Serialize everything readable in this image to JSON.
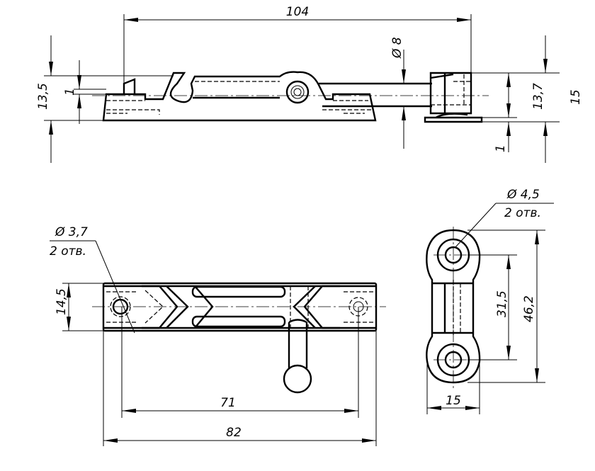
{
  "drawing": {
    "top_view": {
      "length": "104",
      "rod_diameter": "Ø 8",
      "base_height": "13,5",
      "base_offset": "1",
      "keeper_height": "13,7",
      "keeper_total": "15",
      "keeper_offset": "1"
    },
    "front_view": {
      "hole_diameter": "Ø 3,7",
      "hole_count": "2 отв.",
      "width": "14,5",
      "hole_spacing": "71",
      "overall_length": "82"
    },
    "keeper_view": {
      "hole_diameter": "Ø 4,5",
      "hole_count": "2 отв.",
      "hole_spacing": "31,5",
      "height": "46,2",
      "width": "15"
    }
  }
}
